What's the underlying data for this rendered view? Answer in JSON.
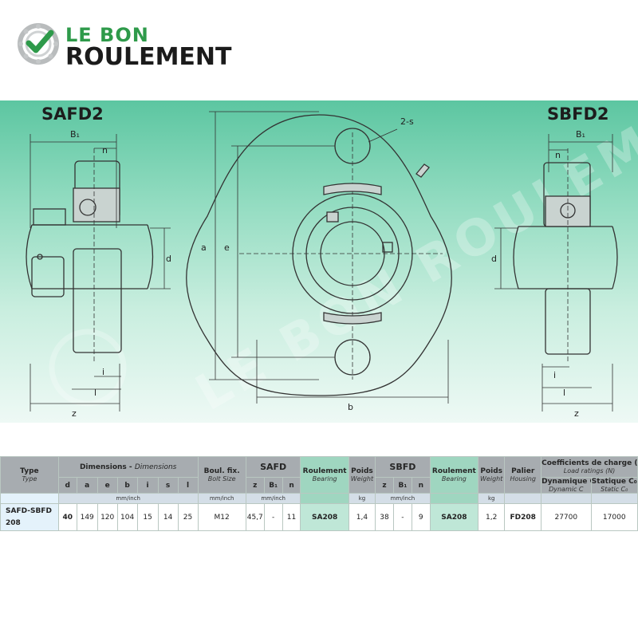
{
  "logo": {
    "line1": "LE BON",
    "line2": "ROULEMENT",
    "watermark": "LE BON ROULEMENT"
  },
  "colors": {
    "green": "#2e9a4a",
    "teal_bg": "#5cc6a1",
    "header_grey": "#a7acb0",
    "highlight": "#9fd6c0"
  },
  "drawing": {
    "left_title": "SAFD2",
    "right_title": "SBFD2",
    "labels": {
      "B1": "B₁",
      "n": "n",
      "d": "d",
      "i": "i",
      "l": "l",
      "z": "z",
      "a": "a",
      "e": "e",
      "b": "b",
      "s": "2-s"
    }
  },
  "table": {
    "type_label": "Type",
    "type_label_en": "Type",
    "dimensions_label": "Dimensions",
    "dimensions_label_en": "Dimensions",
    "dim_cols": [
      "d",
      "a",
      "e",
      "b",
      "i",
      "s",
      "l"
    ],
    "bolt_label": "Boul. fix.",
    "bolt_label_en": "Bolt Size",
    "safd_label": "SAFD",
    "sbfd_label": "SBFD",
    "z_col": "z",
    "b1_col": "B₁",
    "n_col": "n",
    "bearing_label": "Roulement",
    "bearing_label_en": "Bearing",
    "weight_label": "Poids",
    "weight_label_en": "Weight",
    "housing_label": "Palier",
    "housing_label_en": "Housing",
    "load_label": "Coefficients de charge (N)",
    "load_label_en": "Load ratings (N)",
    "dyn_label": "Dynamique C",
    "dyn_label_en": "Dynamic C",
    "stat_label": "Statique C₀",
    "stat_label_en": "Static C₀",
    "unit_mm": "mm/inch",
    "unit_kg": "kg",
    "row": {
      "type1": "SAFD-SBFD",
      "type2": "208",
      "d": "40",
      "a": "149",
      "e": "120",
      "b": "104",
      "i": "15",
      "s": "14",
      "l": "25",
      "bolt": "M12",
      "safd_z": "45,7",
      "safd_b1": "-",
      "safd_n": "11",
      "safd_bearing": "SA208",
      "safd_weight": "1,4",
      "sbfd_z": "38",
      "sbfd_b1": "-",
      "sbfd_n": "9",
      "sbfd_bearing": "SA208",
      "sbfd_weight": "1,2",
      "housing": "FD208",
      "dynamic": "27700",
      "static": "17000"
    }
  }
}
